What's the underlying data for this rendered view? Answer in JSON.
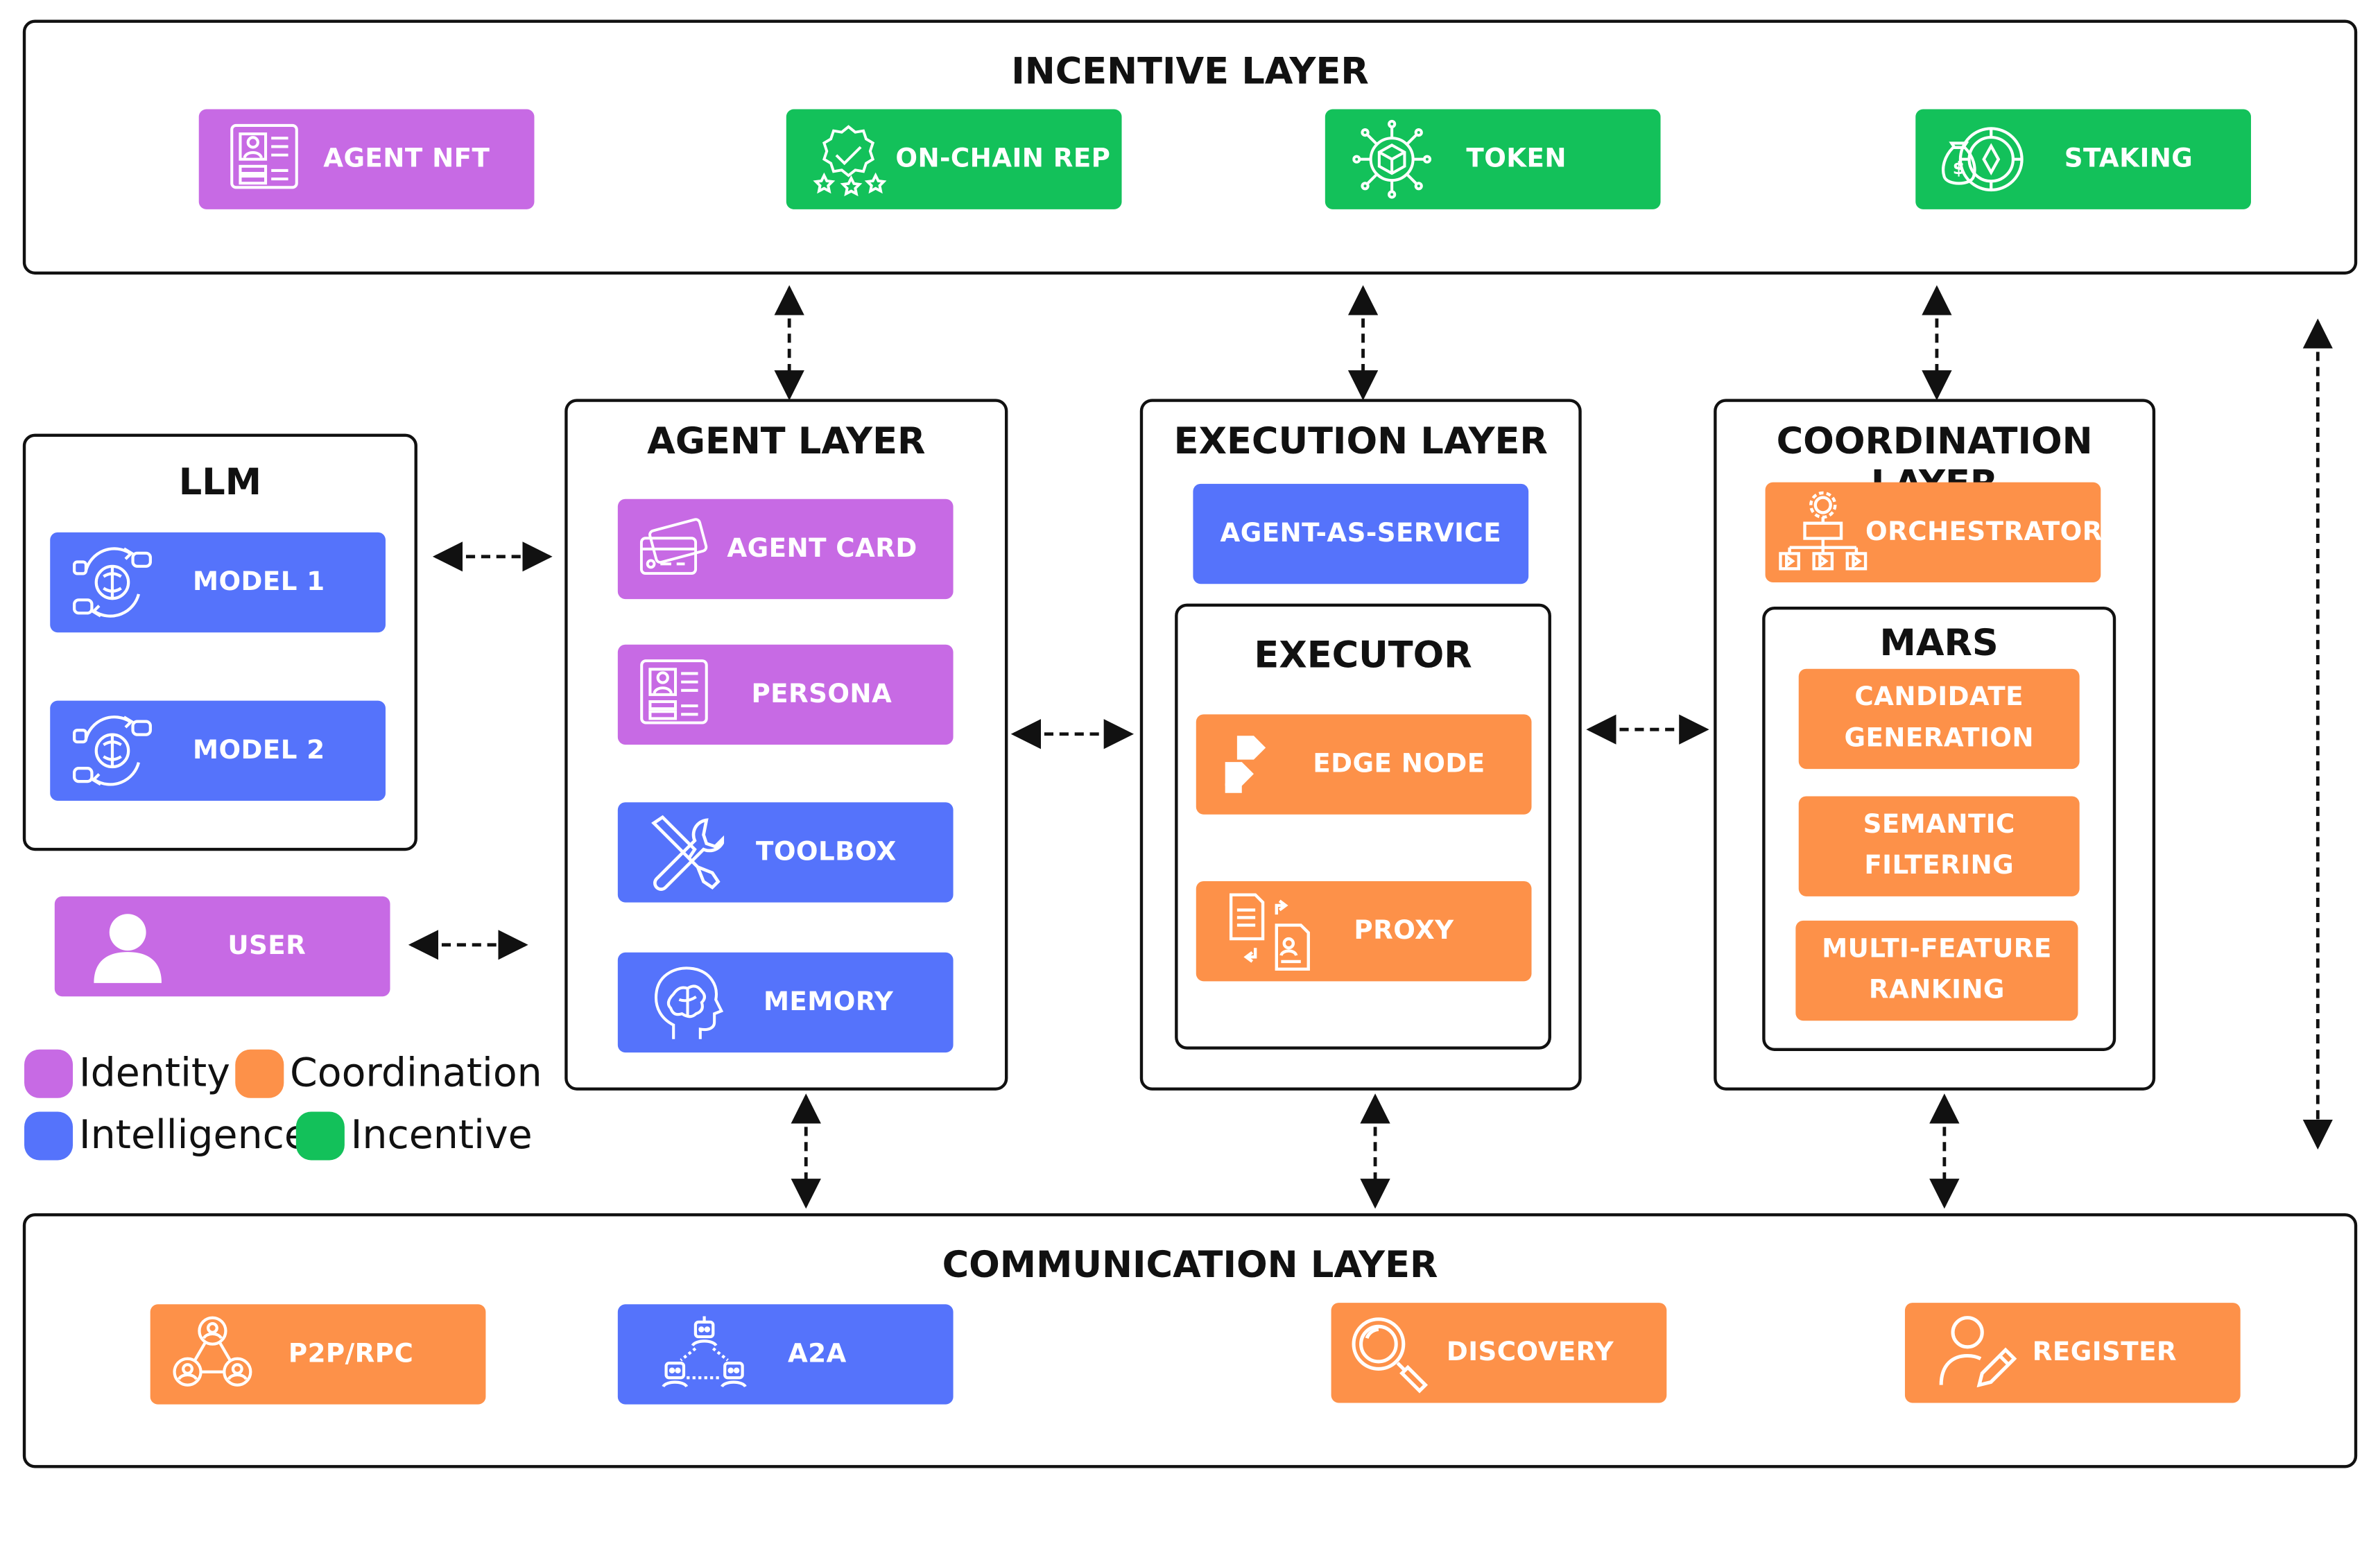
{
  "incentive": {
    "title": "INCENTIVE LAYER",
    "agent_nft": "AGENT NFT",
    "onchain_rep": "ON-CHAIN REP",
    "token": "TOKEN",
    "staking": "STAKING"
  },
  "llm": {
    "title": "LLM",
    "model1": "MODEL 1",
    "model2": "MODEL 2"
  },
  "user": "USER",
  "agent": {
    "title": "AGENT LAYER",
    "card": "AGENT CARD",
    "persona": "PERSONA",
    "toolbox": "TOOLBOX",
    "memory": "MEMORY"
  },
  "execution": {
    "title": "EXECUTION LAYER",
    "aas": "AGENT-AS-SERVICE",
    "executor": "EXECUTOR",
    "edge": "EDGE NODE",
    "proxy": "PROXY"
  },
  "coordination": {
    "title": "COORDINATION LAYER",
    "orchestrator": "ORCHESTRATOR",
    "mars": "MARS",
    "candidate_1": "CANDIDATE",
    "candidate_2": "GENERATION",
    "semantic_1": "SEMANTIC",
    "semantic_2": "FILTERING",
    "ranking_1": "MULTI-FEATURE",
    "ranking_2": "RANKING"
  },
  "communication": {
    "title": "COMMUNICATION LAYER",
    "p2p": "P2P/RPC",
    "a2a": "A2A",
    "discovery": "DISCOVERY",
    "register": "REGISTER"
  },
  "legend": [
    {
      "label": "Identity",
      "color": "#c76ae4"
    },
    {
      "label": "Coordination",
      "color": "#fd9149"
    },
    {
      "label": "Intelligence",
      "color": "#5573fb"
    },
    {
      "label": "Incentive",
      "color": "#13c15a"
    }
  ],
  "colors": {
    "identity": "#c76ae4",
    "incentive": "#13c15a",
    "intelligence": "#5573fb",
    "coordination": "#fd9149"
  }
}
